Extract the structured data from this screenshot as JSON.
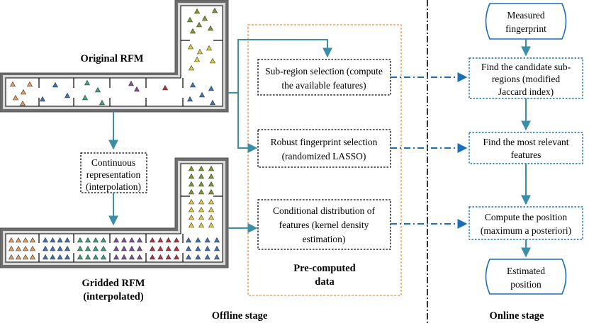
{
  "colors": {
    "teal": "#3a8ea5",
    "blue_dash": "#1a6fb8",
    "orange": "#f5a061",
    "wall": "#6d6d6d",
    "floor": "#d8d8d8",
    "tri_orange": "#e59a5f",
    "tri_blue": "#3b74b0",
    "tri_green": "#3aa27a",
    "tri_purple": "#7a4e9c",
    "tri_red": "#b8333f",
    "tri_olive": "#7c9a2e",
    "tri_yellow": "#e5cc3a"
  },
  "maps": {
    "original_label": "Original RFM",
    "gridded_label_line1": "Gridded RFM",
    "gridded_label_line2": "(interpolated)"
  },
  "continuous": {
    "line1": "Continuous",
    "line2": "representation",
    "line3": "(interpolation)"
  },
  "offline": {
    "box1_line1": "Sub-region selection (compute",
    "box1_line2": "the available features)",
    "box2_line1": "Robust fingerprint selection",
    "box2_line2": "(randomized LASSO)",
    "box3_line1": "Conditional distribution of",
    "box3_line2": "features (kernel density",
    "box3_line3": "estimation)",
    "precomputed_line1": "Pre-computed",
    "precomputed_line2": "data",
    "stage_label": "Offline stage"
  },
  "online": {
    "measured_line1": "Measured",
    "measured_line2": "fingerprint",
    "step1_line1": "Find the candidate sub-",
    "step1_line2": "regions (modified",
    "step1_line3": "Jaccard index)",
    "step2_line1": "Find the most relevant",
    "step2_line2": "features",
    "step3_line1": "Compute the position",
    "step3_line2": "(maximum a posteriori)",
    "estimated_line1": "Estimated",
    "estimated_line2": "position",
    "stage_label": "Online stage"
  }
}
